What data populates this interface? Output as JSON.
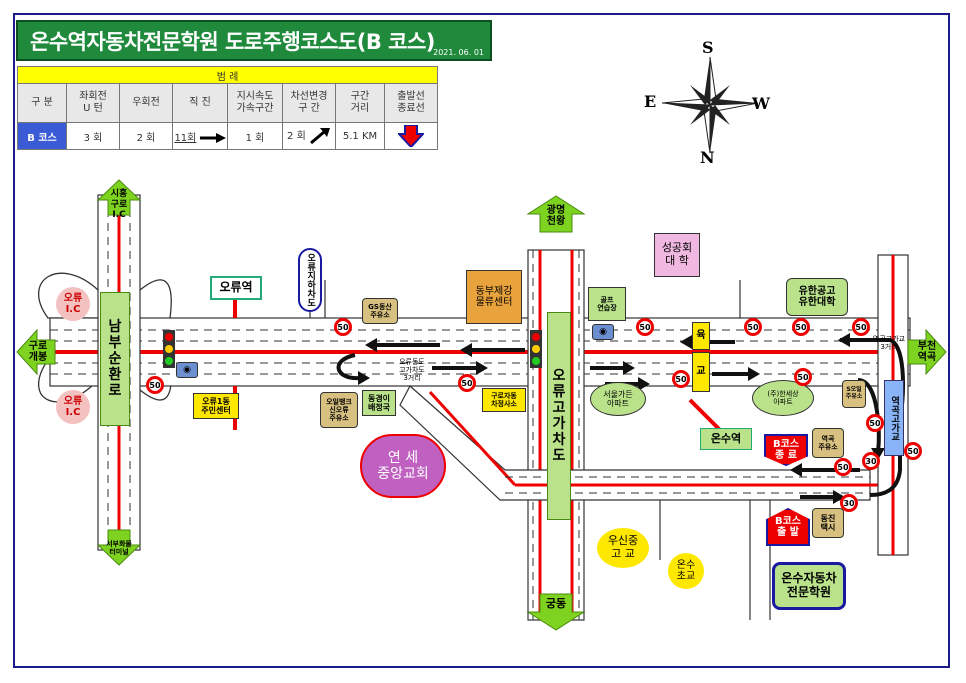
{
  "title": "온수역자동차전문학원 도로주행코스도(B 코스)",
  "date": "2021. 06. 01",
  "legend": {
    "header": "범      례",
    "columns": [
      "구 분",
      "좌회전\nU 턴",
      "우회전",
      "직 진",
      "지시속도\n가속구간",
      "차선변경\n구  간",
      "구간\n거리",
      "출발선\n종료선"
    ],
    "row_label": "B 코스",
    "values": [
      "3 회",
      "2 회",
      "11회",
      "1 회",
      "2 회",
      "5.1 KM"
    ]
  },
  "compass": {
    "top": "S",
    "bottom": "N",
    "left": "E",
    "right": "W"
  },
  "directions": {
    "north": "시흥\n구로\nI.C",
    "south": "서부화물\n터미널",
    "west": "구로\n개봉",
    "gwangmyeong": "광명\n천왕",
    "gungdong": "궁동",
    "bucheon": "부천\n역곡"
  },
  "roads": {
    "nambu": "남\n부\n순\n환\n로",
    "oryu_overpass": "오\n류\n고\n가\n차\n도",
    "yeokgok_overpass": "역곡고가교",
    "oryu_tunnel": "오류지하차도",
    "yuk": "육",
    "gyo": "교"
  },
  "places": {
    "oryu_ic_top": "오류\nI.C",
    "oryu_ic_bottom": "오류\nI.C",
    "oryu_station": "오류역",
    "oryu1dong": "오류1동\n주민센터",
    "gs_gas": "GS동산\n주유소",
    "oil_bank": "오일뱅크\n신오류\n주유소",
    "dongbu": "동부제강\n물류센터",
    "oryu_intersection": "오류동도\n고가차도\n3거리",
    "guro_car": "구로자동\n차정사소",
    "golf": "골프\n연습장",
    "seoul_apt": "서울가든\n아파트",
    "sunggonghoe": "성공회\n대  학",
    "yuhan": "유한공고\n유한대학",
    "yeokgok_3way": "역곡고가교\n3거리",
    "hanse_apt": "(주)한세상\n아파트",
    "s_oil": "S오일\n주유소",
    "yeokgok_gas": "역곡\n주유소",
    "onsu_station": "온수역",
    "dongjin_taxi": "동진\n택시",
    "yeonse": "연  세\n중앙교회",
    "ushin": "우신중\n고 교",
    "onsu_elem": "온수\n초교",
    "school": "온수자동차\n전문학원",
    "dongseo_health": "동경이\n배정국"
  },
  "course": {
    "end": "B코스\n종 료",
    "start": "B코스\n출 발"
  },
  "speed_limits": [
    "50",
    "50",
    "50",
    "50",
    "50",
    "50",
    "50",
    "50",
    "50",
    "50",
    "50",
    "50",
    "30",
    "30",
    "50",
    "30"
  ],
  "colors": {
    "title_bg": "#1f8a3c",
    "legend_header": "#ffff00",
    "course_blue": "#3b5bd6",
    "arrow_green": "#7ed321",
    "road_red": "#e00000"
  }
}
